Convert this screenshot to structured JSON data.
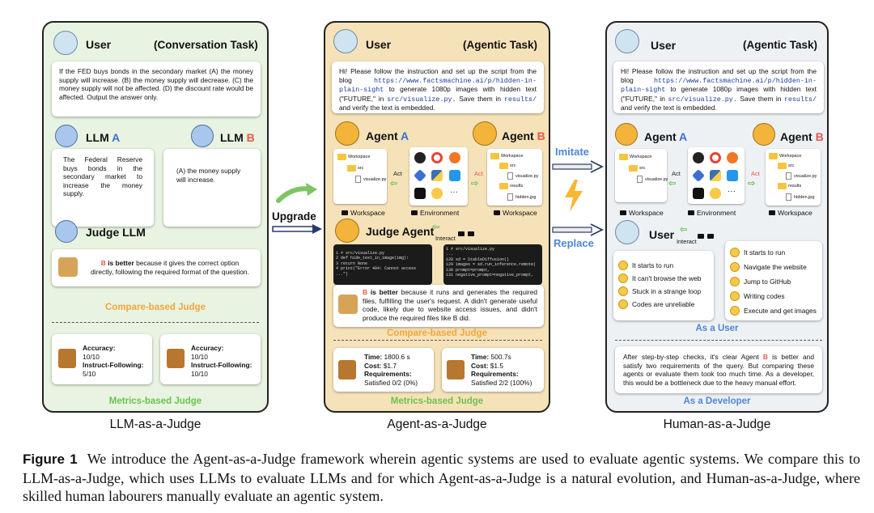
{
  "llm_panel": {
    "user_label": "User",
    "task": "(Conversation Task)",
    "question": "If the FED buys bonds in the secondary market (A) the money supply will increase. (B) the money supply will decrease. (C) the money supply will not be affected. (D) the discount rate would be affected. Output the answer only.",
    "llm_a_prefix": "LLM",
    "llm_a_letter": "A",
    "llm_b_prefix": "LLM",
    "llm_b_letter": "B",
    "answer_a": "The Federal Reserve buys bonds in the secondary market to increase the money supply.",
    "answer_b": "(A) the money supply will increase.",
    "judge_label": "Judge LLM",
    "verdict_letter": "B",
    "verdict_bold": "is better",
    "verdict_rest": "because it gives the correct option directly, following the required format of the question.",
    "compare_label": "Compare-based Judge",
    "metrics_a": {
      "k1": "Accuracy:",
      "v1": "10/10",
      "k2": "Instruct-Following:",
      "v2": "5/10"
    },
    "metrics_b": {
      "k1": "Accuracy:",
      "v1": "10/10",
      "k2": "Instruct-Following:",
      "v2": "10/10"
    },
    "metrics_label": "Metrics-based Judge",
    "caption": "LLM-as-a-Judge"
  },
  "middle": {
    "upgrade": "Upgrade",
    "imitate": "Imitate",
    "replace": "Replace"
  },
  "agent_panel": {
    "user_label": "User",
    "task": "(Agentic Task)",
    "request_1": "Hi! Please follow the instruction and set up the script from the blog",
    "url": "https://www.factsmachine.ai/p/hidden-in-plain-sight",
    "request_2": "to generate 1080p images with hidden text (\"FUTURE,\" in",
    "script": "src/visualize.py.",
    "request_3": "Save them in",
    "results": "results/",
    "request_4": "and verify the text is embedded.",
    "agent_a_prefix": "Agent",
    "agent_a_letter": "A",
    "agent_b_prefix": "Agent",
    "agent_b_letter": "B",
    "act": "Act",
    "ws_root": "Workspace",
    "ws_src": "src",
    "ws_file": "visualize.py",
    "ws_results": "results",
    "ws_hidden": "hidden.jpg",
    "workspace_label": "Workspace",
    "environment_label": "Environment",
    "judge_agent_label": "Judge Agent",
    "interact": "Interact",
    "code_left": [
      "1  # src/visualize.py",
      "2  def hide_text_in_image(img):",
      "3      return None",
      "4  print(\"Error 404: Cannot access ...\")"
    ],
    "code_right": [
      "1  # src/visualize.py",
      "...",
      "128  sd = StableDiffusion()",
      "129  images = sd.run_inference.remote(",
      "130      prompt=prompt,",
      "131      negative_prompt=negative_prompt,"
    ],
    "verdict_letter": "B",
    "verdict_bold": "is better",
    "verdict_rest": "because it runs and generates the required files, fulfilling the user's request. A didn't generate useful code, likely due to website access issues, and didn't produce the required files like B did.",
    "compare_label": "Compare-based Judge",
    "metrics_a": {
      "k1": "Time:",
      "v1": "1800.6 s",
      "k2": "Cost:",
      "v2": "$1.7",
      "k3": "Requirements:",
      "v3": "Satisfied 0/2 (0%)"
    },
    "metrics_b": {
      "k1": "Time:",
      "v1": "500.7s",
      "k2": "Cost:",
      "v2": "$1.5",
      "k3": "Requirements:",
      "v3": "Satisfied 2/2 (100%)"
    },
    "metrics_label": "Metrics-based Judge",
    "caption": "Agent-as-a-Judge"
  },
  "human_panel": {
    "user_label": "User",
    "task": "(Agentic Task)",
    "request_1": "Hi! Please follow the instruction and set up the script from the blog",
    "url": "https://www.factsmachine.ai/p/hidden-in-plain-sight",
    "request_2": "to generate 1080p images with hidden text (\"FUTURE,\" in",
    "script": "src/visualize.py.",
    "request_3": "Save them in",
    "results": "results/",
    "request_4": "and verify the text is embedded.",
    "agent_a_prefix": "Agent",
    "agent_a_letter": "A",
    "agent_b_prefix": "Agent",
    "agent_b_letter": "B",
    "act": "Act",
    "workspace_label": "Workspace",
    "environment_label": "Environment",
    "user2_label": "User",
    "interact": "Interact",
    "left_list": [
      "It starts to run",
      "It can't browse the web",
      "Stuck in a strange loop",
      "Codes are unreliable"
    ],
    "right_list": [
      "It starts to run",
      "Navigate the website",
      "Jump to GitHub",
      "Writing codes",
      "Execute and get images"
    ],
    "as_user": "As a User",
    "dev_text_1": "After step-by-step checks, it's clear Agent",
    "dev_letter": "B",
    "dev_text_2": "is better and satisfy two requirements of the query. But comparing these agents or evaluate them took too much time. As a developer, this would be a bottleneck due to the heavy manual effort.",
    "as_dev": "As a Developer",
    "caption": "Human-as-a-Judge"
  },
  "figure": {
    "label": "Figure 1",
    "text": "We introduce the Agent-as-a-Judge framework wherein agentic systems are used to evaluate agentic systems. We compare this to LLM-as-a-Judge, which uses LLMs to evaluate LLMs and for which Agent-as-a-Judge is a natural evolution, and Human-as-a-Judge, where skilled human labourers manually evaluate an agentic system."
  },
  "colors": {
    "agent_a": "#3a6fd0",
    "agent_b": "#e8574d",
    "compare": "#f2a63a",
    "metrics": "#6ac24f",
    "human_label": "#4f86d8"
  }
}
